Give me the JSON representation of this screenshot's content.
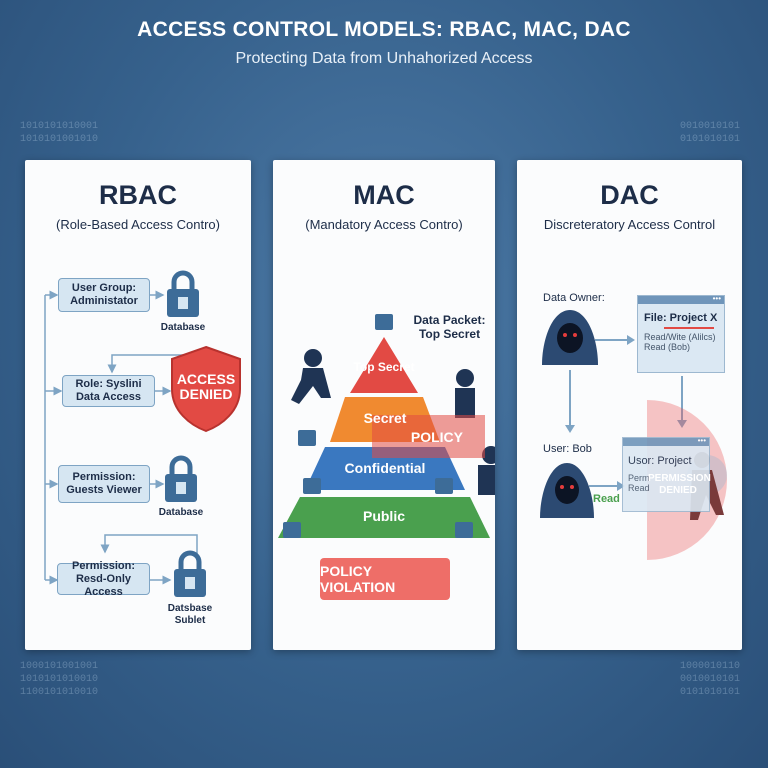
{
  "header": {
    "title": "ACCESS CONTROL MODELS: RBAC, MAC, DAC",
    "subtitle": "Protecting Data from Unhahorized Access"
  },
  "background": {
    "binary": [
      "1010101010001\n1010101001010",
      "0010010101\n0101010101",
      "1000101001001\n1010101010010\n1100101010010",
      "1000010110\n0010010101\n0101010101"
    ]
  },
  "rbac": {
    "title": "RBAC",
    "subtitle": "(Role-Based Access Contro)",
    "boxes": [
      "User Group: Administator",
      "Role: Syslini Data Access",
      "Permission: Guests Viewer",
      "Permission: Resd-Only Access"
    ],
    "targets": [
      "Database",
      "Database",
      "Datsbase Sublet"
    ],
    "shield": "ACCESS DENIED"
  },
  "mac": {
    "title": "MAC",
    "subtitle": "(Mandatory Access Contro)",
    "tiers": [
      "Top Secret",
      "Secret",
      "Confidential",
      "Public"
    ],
    "packet": "Data Packet: Top Secret",
    "policy": "POLICY",
    "violation": "POLICY VIOLATION"
  },
  "dac": {
    "title": "DAC",
    "subtitle": "Discreteratory Access Control",
    "owner": "Data Owner:",
    "user": "User: Bob",
    "file": {
      "title": "File: Project X",
      "lines": [
        "Read/Wite (Alilcs)",
        "Read (Bob)"
      ]
    },
    "read": "Read",
    "file2": {
      "title": "Usor: Project",
      "lines": [
        "Perm",
        "Read"
      ]
    },
    "denied": "PERMISSION DENIED"
  },
  "colors": {
    "red": "#e24a44",
    "orange": "#f08a30",
    "blue": "#3a78c0",
    "green": "#4aa04e",
    "navy": "#1d2d48"
  }
}
